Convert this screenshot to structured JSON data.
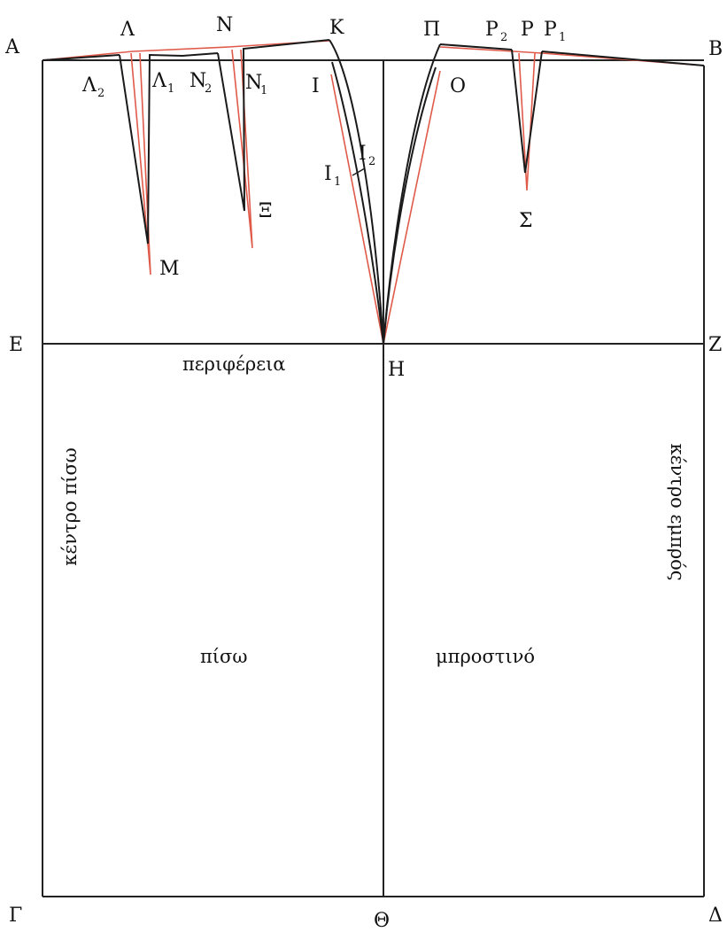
{
  "points": {
    "A": "Α",
    "L": "Λ",
    "L2": "Λ",
    "L2_sub": "2",
    "L1": "Λ",
    "L1_sub": "1",
    "N": "Ν",
    "N2": "Ν",
    "N2_sub": "2",
    "N1": "Ν",
    "N1_sub": "1",
    "K": "Κ",
    "I": "Ι",
    "I1": "Ι",
    "I1_sub": "1",
    "I2": "Ι",
    "I2_sub": "2",
    "P": "Π",
    "O": "Ο",
    "R2": "Ρ",
    "R2_sub": "2",
    "R": "Ρ",
    "R1": "Ρ",
    "R1_sub": "1",
    "B": "Β",
    "M": "Μ",
    "Xi": "Ξ",
    "Sigma": "Σ",
    "E": "Ε",
    "Z": "Ζ",
    "H": "Η",
    "G": "Γ",
    "D": "Δ",
    "Th": "Θ"
  },
  "labels": {
    "periphery": "περιφέρεια",
    "back_center": "κέντρο πίσω",
    "front_center": "κέντρο εμπρός",
    "back": "πίσω",
    "front": "μπροστινό"
  },
  "colors": {
    "black_line": "#1a1a1a",
    "red_line": "#e05a4a"
  }
}
